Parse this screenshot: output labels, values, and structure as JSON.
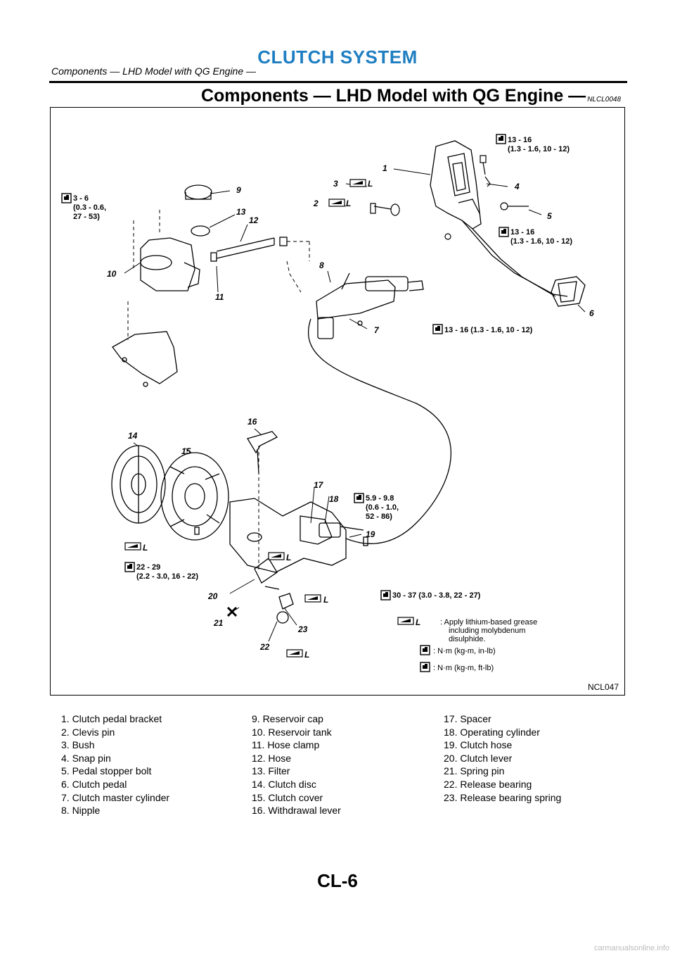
{
  "header": {
    "title": "CLUTCH SYSTEM",
    "subtitle": "Components — LHD Model with QG Engine —"
  },
  "section": {
    "title": "Components — LHD Model with QG Engine —",
    "ref_code": "NLCL0048"
  },
  "figure": {
    "id": "NCL047",
    "torques": {
      "t1": [
        "13 - 16",
        "(1.3 - 1.6, 10 - 12)"
      ],
      "t2": [
        "13 - 16",
        "(1.3 - 1.6, 10 - 12)"
      ],
      "t3": "13 - 16 (1.3 - 1.6, 10 - 12)",
      "t4": [
        "3 - 6",
        "(0.3 - 0.6,",
        "27 - 53)"
      ],
      "t5": [
        "5.9 - 9.8",
        "(0.6 - 1.0,",
        "52 - 86)"
      ],
      "t6": [
        "22 - 29",
        "(2.2 - 3.0, 16 - 22)"
      ],
      "t7": "30 - 37 (3.0 - 3.8, 22 - 27)"
    },
    "key": {
      "grease": [
        ": Apply lithium-based grease",
        "including molybdenum",
        "disulphide."
      ],
      "nm_inlb": ": N·m (kg-m, in-lb)",
      "nm_ftlb": ": N·m (kg-m, ft-lb)"
    }
  },
  "legend": {
    "col1": [
      "1. Clutch pedal bracket",
      "2. Clevis pin",
      "3. Bush",
      "4. Snap pin",
      "5. Pedal stopper bolt",
      "6. Clutch pedal",
      "7. Clutch master cylinder",
      "8. Nipple"
    ],
    "col2": [
      "9. Reservoir cap",
      "10. Reservoir tank",
      "11. Hose clamp",
      "12. Hose",
      "13. Filter",
      "14. Clutch disc",
      "15. Clutch cover",
      "16. Withdrawal lever"
    ],
    "col3": [
      "17. Spacer",
      "18. Operating cylinder",
      "19. Clutch hose",
      "20. Clutch lever",
      "21. Spring pin",
      "22. Release bearing",
      "23. Release bearing spring"
    ]
  },
  "footer": {
    "page": "CL-6",
    "watermark": "carmanualsonline.info"
  }
}
